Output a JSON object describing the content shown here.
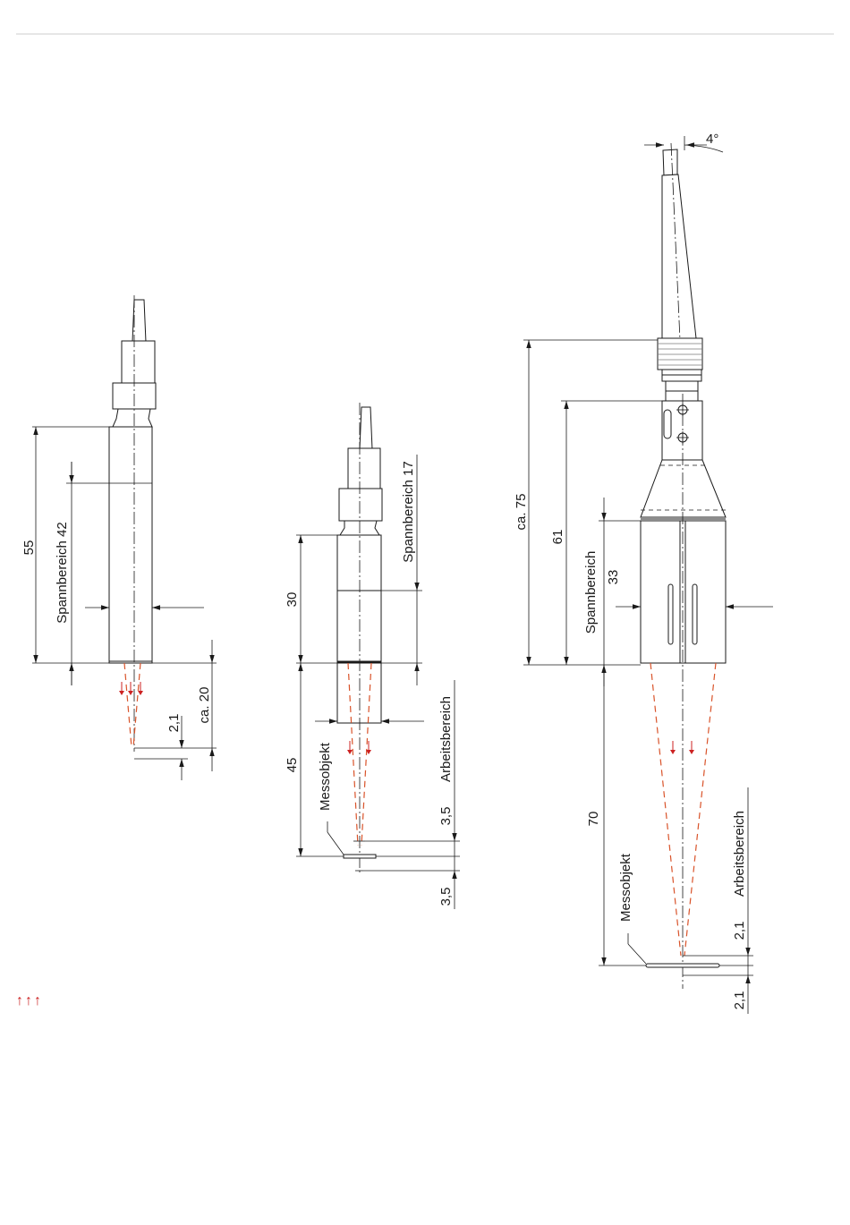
{
  "colors": {
    "line": "#1a1a1a",
    "beam": "#d9532a",
    "arrow": "#cc2222",
    "rule": "#cccccc"
  },
  "sensor1": {
    "dim_55": "55",
    "spannbereich": "Spannbereich 42",
    "dim_ca20": "ca. 20",
    "dim_21": "2,1"
  },
  "sensor2": {
    "dim_30": "30",
    "dim_45": "45",
    "spannbereich": "Spannbereich 17",
    "arbeitsbereich": "Arbeitsbereich",
    "dim_35_top": "3,5",
    "dim_35_bottom": "3,5",
    "messobjekt": "Messobjekt"
  },
  "sensor3": {
    "angle": "4°",
    "dim_ca75": "ca. 75",
    "dim_61": "61",
    "spannbereich_line1": "Spannbereich",
    "spannbereich_line2": "33",
    "dim_70": "70",
    "arbeitsbereich": "Arbeitsbereich",
    "dim_21_top": "2,1",
    "dim_21_bottom": "2,1",
    "messobjekt": "Messobjekt"
  },
  "legend": {
    "arrows": "↑↑↑"
  }
}
